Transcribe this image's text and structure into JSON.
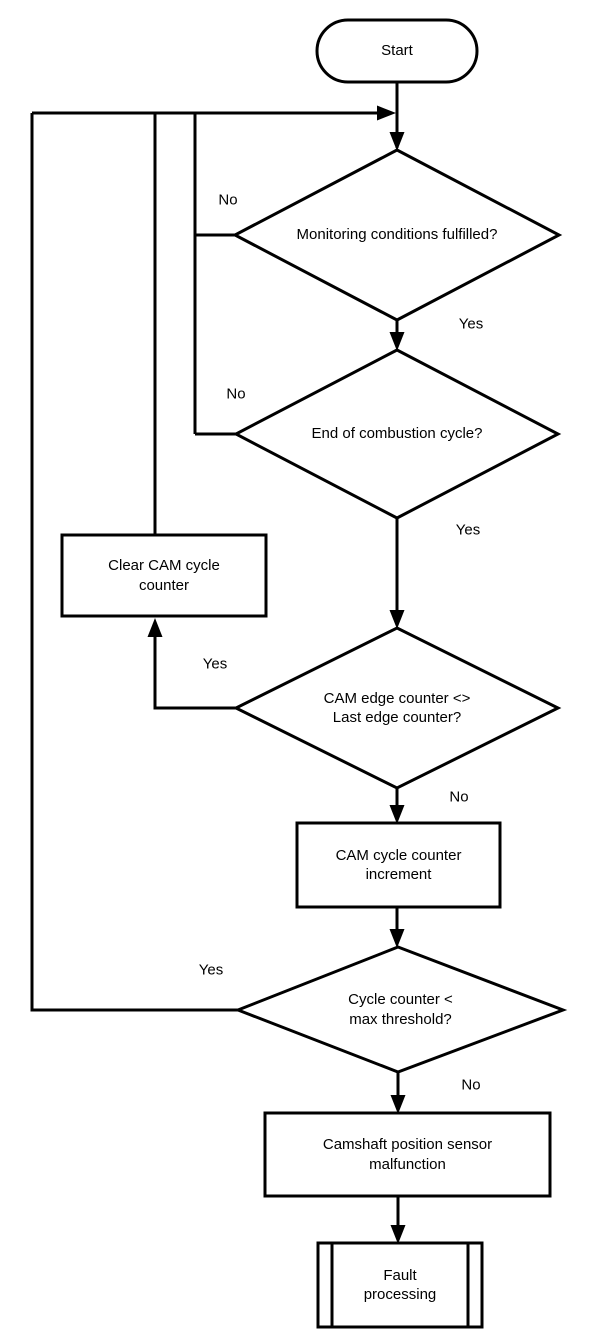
{
  "diagram": {
    "type": "flowchart",
    "subject": "camshaft-position-sensor-monitoring",
    "colors": {
      "stroke": "#000000",
      "fill": "#ffffff",
      "text": "#000000",
      "background": "#ffffff"
    },
    "nodes": {
      "start": {
        "type": "terminator",
        "label": "Start"
      },
      "monitoring": {
        "type": "decision",
        "label": "Monitoring conditions fulfilled?"
      },
      "combustion": {
        "type": "decision",
        "label": "End of combustion cycle?"
      },
      "clear_counter": {
        "type": "process",
        "label": "Clear CAM cycle\ncounter"
      },
      "edge_counter": {
        "type": "decision",
        "label": "CAM edge counter <>\nLast edge counter?"
      },
      "increment": {
        "type": "process",
        "label": "CAM cycle counter\nincrement"
      },
      "threshold": {
        "type": "decision",
        "label": "Cycle counter <\nmax threshold?"
      },
      "malfunction": {
        "type": "process",
        "label": "Camshaft position sensor\nmalfunction"
      },
      "fault": {
        "type": "predefined-process",
        "label": "Fault\nprocessing"
      }
    },
    "edge_labels": {
      "monitoring_no": "No",
      "monitoring_yes": "Yes",
      "combustion_no": "No",
      "combustion_yes": "Yes",
      "edge_counter_yes": "Yes",
      "edge_counter_no": "No",
      "threshold_yes": "Yes",
      "threshold_no": "No"
    }
  }
}
